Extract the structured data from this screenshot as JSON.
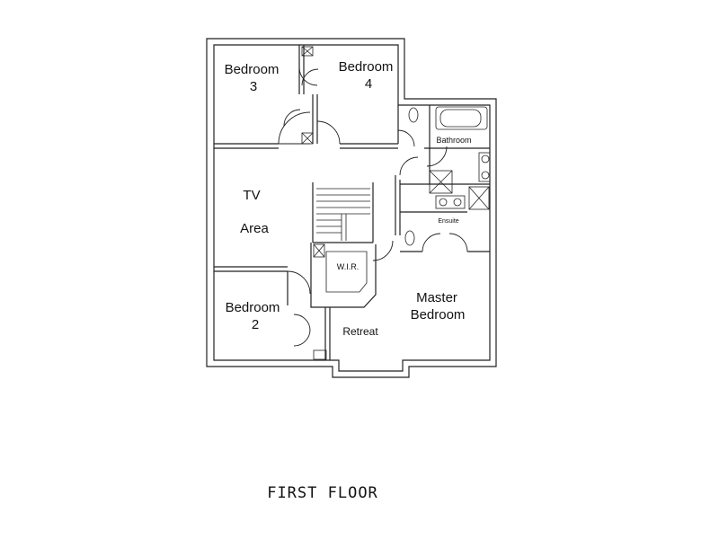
{
  "plan": {
    "rooms": {
      "bedroom3": [
        "Bedroom",
        "3"
      ],
      "bedroom4": [
        "Bedroom",
        "4"
      ],
      "bathroom": "Bathroom",
      "tv_area": [
        "TV",
        "Area"
      ],
      "ensuite": "Ensuite",
      "wir": "W.I.R.",
      "master_bedroom": [
        "Master",
        "Bedroom"
      ],
      "bedroom2": [
        "Bedroom",
        "2"
      ],
      "retreat": "Retreat"
    },
    "caption": "FIRST FLOOR"
  }
}
